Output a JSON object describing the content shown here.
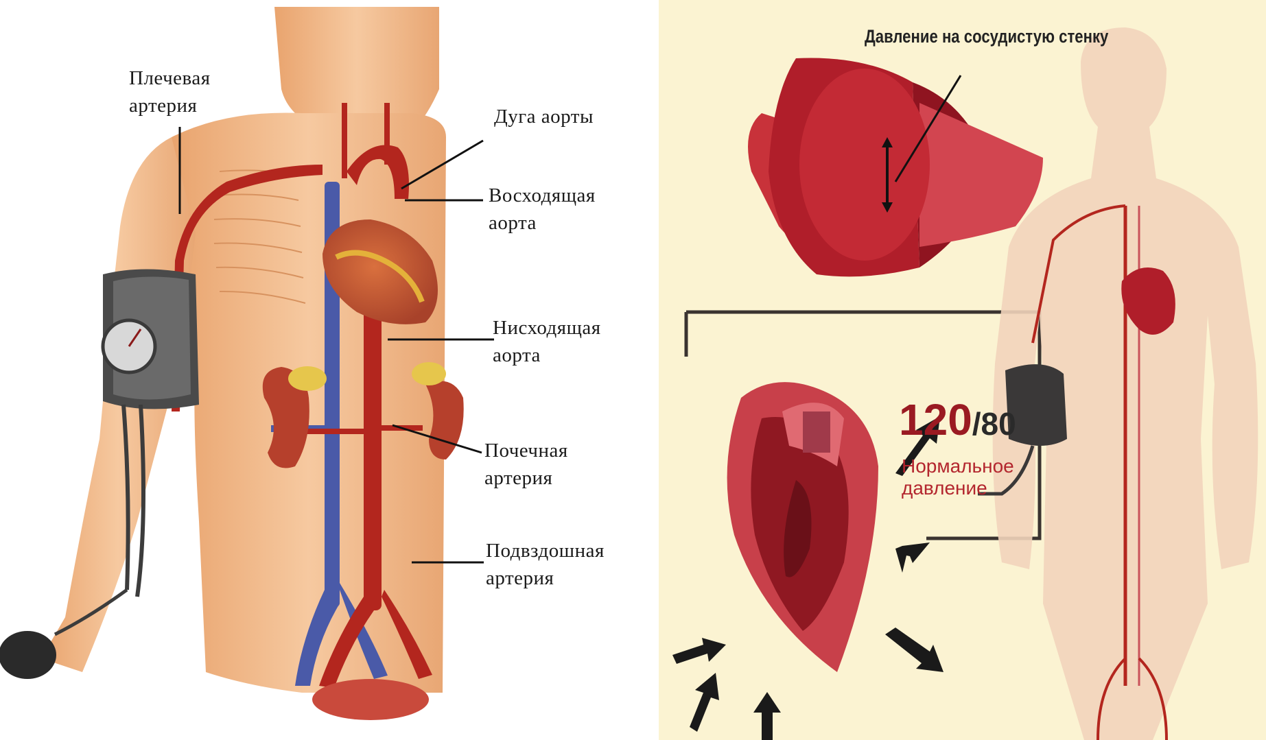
{
  "left_diagram": {
    "labels": {
      "brachial_artery": [
        "Плечевая",
        "артерия"
      ],
      "aortic_arch": [
        "Дуга аорты"
      ],
      "ascending_aorta": [
        "Восходящая",
        "аорта"
      ],
      "descending_aorta": [
        "Нисходящая",
        "аорта"
      ],
      "renal_artery": [
        "Почечная",
        "артерия"
      ],
      "iliac_artery": [
        "Подвздошная",
        "артерия"
      ]
    }
  },
  "right_diagram": {
    "wall_pressure_label": "Давление на сосудистую стенку",
    "systolic": "120",
    "diastolic": "/80",
    "normal_label_line1": "Нормальное",
    "normal_label_line2": "давление"
  },
  "colors": {
    "artery": "#b3261e",
    "vein": "#4a5aa8",
    "skin": "#f0b98c",
    "right_background": "#fbf3d2"
  }
}
